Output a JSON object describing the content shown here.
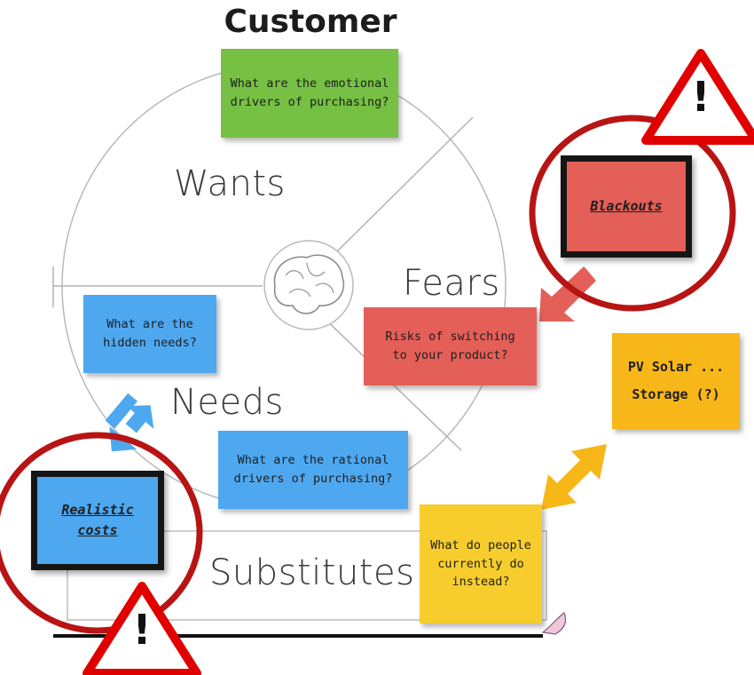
{
  "title": "Customer",
  "segments": {
    "wants": "Wants",
    "fears": "Fears",
    "needs": "Needs",
    "substitutes": "Substitutes"
  },
  "notes": {
    "emotional": [
      "What are the emotional",
      "drivers of purchasing?"
    ],
    "hidden": [
      "What are the",
      "hidden needs?"
    ],
    "risks": [
      "Risks of switching",
      "to your product?"
    ],
    "rational": [
      "What are the rational",
      "drivers of purchasing?"
    ],
    "instead": [
      "What do people",
      "currently do",
      "instead?"
    ],
    "blackouts": "Blackouts",
    "realistic": [
      "Realistic",
      "costs"
    ],
    "pv": [
      "PV Solar ...",
      "Storage (?)"
    ]
  },
  "warning_symbol": "!",
  "colors": {
    "green_note": "#76c043",
    "blue_note": "#4ea8f0",
    "red_note": "#e45f58",
    "yellow_note": "#f6cd2d",
    "highlight_circle": "#b81414",
    "arrow_red": "#e45f58",
    "arrow_blue": "#4ea8f0",
    "arrow_orange": "#f7b718"
  },
  "icons": [
    "brain-icon",
    "warning-icon",
    "double-arrow-icon"
  ]
}
